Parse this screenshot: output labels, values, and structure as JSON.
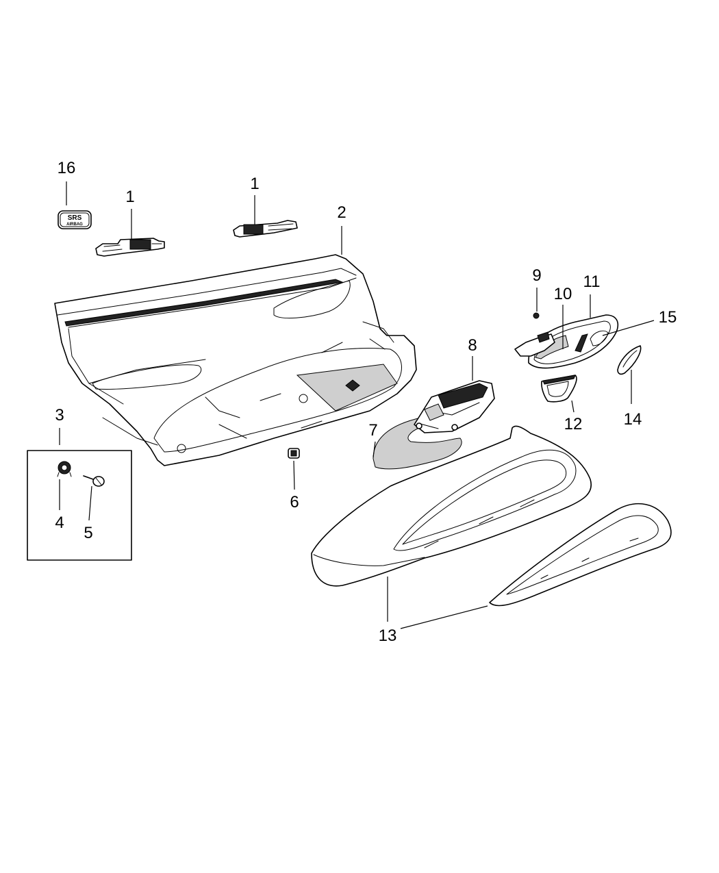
{
  "callouts": {
    "c1a": "1",
    "c1b": "1",
    "c2": "2",
    "c3": "3",
    "c4": "4",
    "c5": "5",
    "c6": "6",
    "c7": "7",
    "c8": "8",
    "c9": "9",
    "c10": "10",
    "c11": "11",
    "c12": "12",
    "c13": "13",
    "c14": "14",
    "c15": "15",
    "c16": "16"
  },
  "badge": {
    "line1": "SRS",
    "line2": "AIRBAG"
  }
}
